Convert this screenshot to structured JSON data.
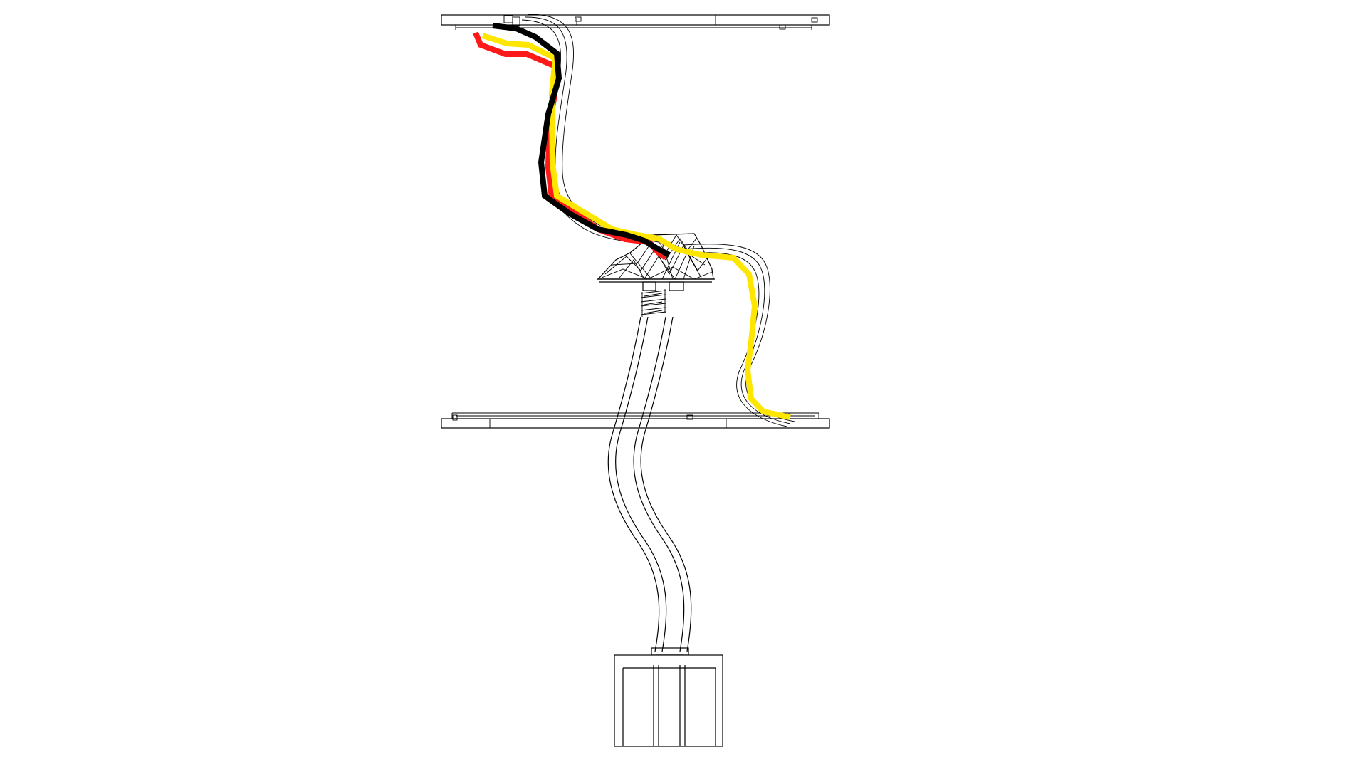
{
  "diagram": {
    "colors": {
      "background": "#ffffff",
      "line": "#000000",
      "wire_red": "#ff1a1a",
      "wire_yellow": "#ffe600",
      "wire_black": "#000000"
    },
    "parts": [
      "top-plate",
      "bottom-plate",
      "connector-hub",
      "threaded-stem",
      "flexible-tube",
      "motor-block",
      "red-wire",
      "yellow-wire",
      "black-wire"
    ]
  }
}
